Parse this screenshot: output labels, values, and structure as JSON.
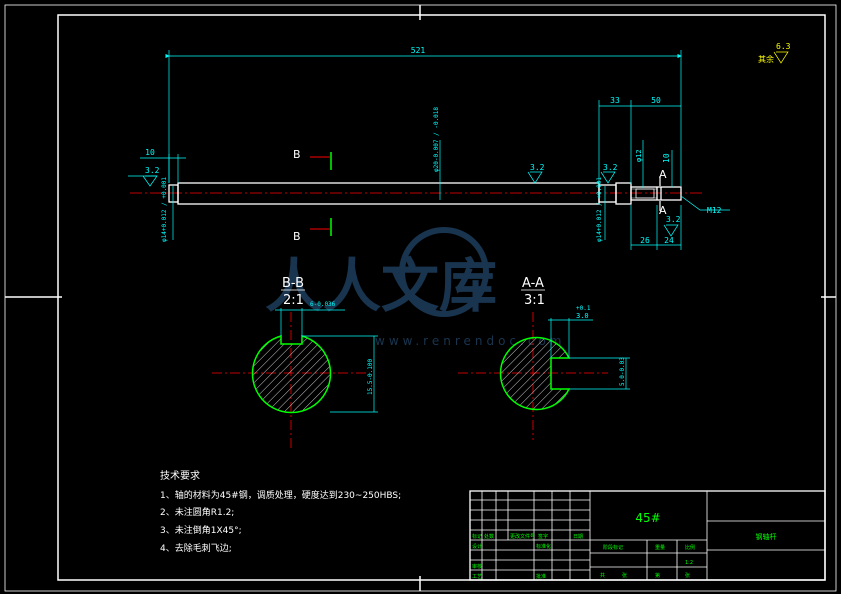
{
  "colors": {
    "background": "#000000",
    "frame": "#ffffff",
    "part_outline": "#ffffff",
    "dimension": "#00ffff",
    "centerline": "#ff0000",
    "section_outline": "#00ff00",
    "title_block_text": "#00ff00",
    "watermark": "#2f5f8f"
  },
  "dimensions": {
    "overall_length": "521",
    "right_step_length": "33",
    "end_length": "50",
    "left_chamfer_length": "10",
    "shaft_diameter": "φ20-0.007 / -0.018",
    "left_diameter": "φ14+0.012 / +0.001",
    "mid_diameter": "φ14+0.012 / +0.001",
    "end_diameter": "φ12",
    "slot_width": "10",
    "length_26": "26",
    "length_24": "24",
    "thread": "M12"
  },
  "roughness": {
    "main": "3.2",
    "left": "3.2",
    "right": "3.2",
    "end": "3.2",
    "remaining_label": "其余",
    "remaining_value": "6.3"
  },
  "section_markers": {
    "b": "B",
    "a": "A"
  },
  "sections": {
    "bb_title": "B-B",
    "bb_scale": "2:1",
    "bb_key_width": "6-0.036",
    "bb_depth": "15.5-0.100",
    "aa_title": "A-A",
    "aa_scale": "3:1",
    "aa_tol": "+0.1",
    "aa_width": "3.0",
    "aa_depth": "5.0-0.03"
  },
  "notes": {
    "title": "技术要求",
    "lines": [
      "1、轴的材料为45#钢，调质处理，硬度达到230~250HBS;",
      "2、未注圆角R1.2;",
      "3、未注倒角1X45°;",
      "4、去除毛刺飞边;"
    ]
  },
  "title_block": {
    "material": "45#",
    "part_name": "钢轴杆",
    "labels": {
      "mark": "标记",
      "count": "处数",
      "zone": "更改文件号",
      "sign": "签字",
      "date": "日期",
      "design": "设计",
      "standard": "标准化",
      "stage": "阶段标记",
      "weight": "重量",
      "scale": "比例",
      "review": "审核",
      "process": "工艺",
      "approve": "批准",
      "total": "共",
      "sheet": "张",
      "num": "第",
      "ratio": "1:2"
    }
  },
  "watermark": {
    "text": "人人文库",
    "url": "www.renrendoc.com"
  }
}
